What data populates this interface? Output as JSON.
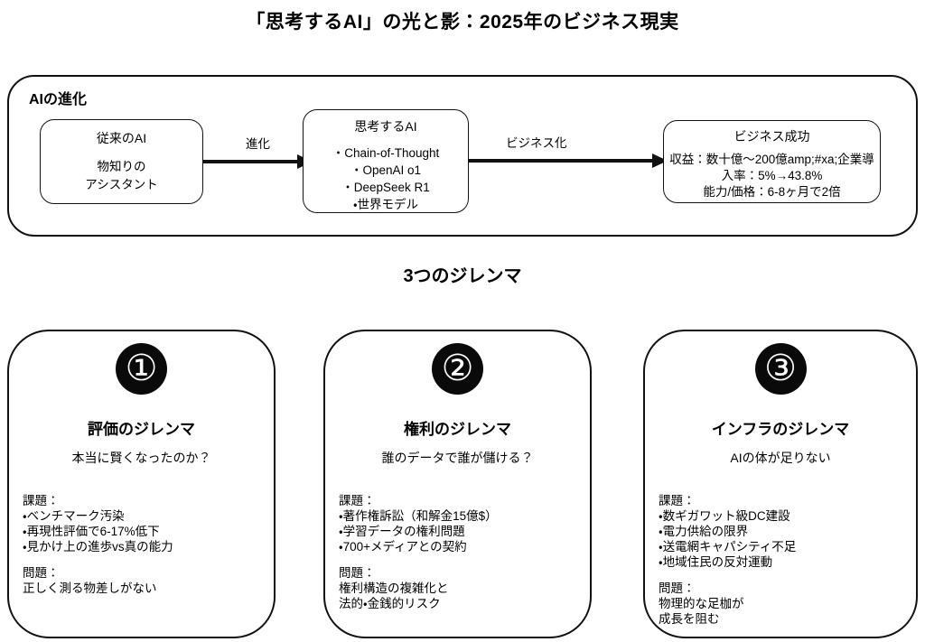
{
  "header": {
    "title": "「思考するAI」の光と影：2025年のビジネス現実"
  },
  "flow": {
    "label": "AIの進化",
    "nodes": [
      {
        "title": "従来のAI",
        "lines": [
          "物知りの",
          "アシスタント"
        ]
      },
      {
        "title": "思考するAI",
        "lines": [
          "・Chain-of-Thought",
          "・OpenAI o1",
          "・DeepSeek R1",
          "・世界モデル"
        ]
      },
      {
        "title": "ビジネス成功",
        "lines": [
          "収益：数十億〜200億amp;#xa;企業導",
          "入率：5%→43.8%",
          "能力/価格：6-8ヶ月で2倍"
        ]
      }
    ],
    "arrows": [
      {
        "label": "進化"
      },
      {
        "label": "ビジネス化"
      }
    ]
  },
  "section": {
    "heading": "3つのジレンマ"
  },
  "cards": [
    {
      "number": "①",
      "title": "評価のジレンマ",
      "subtitle": "本当に賢くなったのか？",
      "challenges_label": "課題：",
      "challenges": [
        "・ベンチマーク汚染",
        "・再現性評価で6-17%低下",
        "・見かけ上の進歩vs真の能力"
      ],
      "problem_label": "問題：",
      "problem_lines": [
        "正しく測る物差しがない"
      ]
    },
    {
      "number": "②",
      "title": "権利のジレンマ",
      "subtitle": "誰のデータで誰が儲ける？",
      "challenges_label": "課題：",
      "challenges": [
        "・著作権訴訟（和解金15億$）",
        "・学習データの権利問題",
        "・700+メディアとの契約"
      ],
      "problem_label": "問題：",
      "problem_lines": [
        "権利構造の複雑化と",
        "法的・金銭的リスク"
      ]
    },
    {
      "number": "③",
      "title": "インフラのジレンマ",
      "subtitle": "AIの体が足りない",
      "challenges_label": "課題：",
      "challenges": [
        "・数ギガワット級DC建設",
        "・電力供給の限界",
        "・送電網キャパシティ不足",
        "・地域住民の反対運動"
      ],
      "problem_label": "問題：",
      "problem_lines": [
        "物理的な足枷が",
        "成長を阻む"
      ]
    }
  ],
  "colors": {
    "ink": "#111111",
    "background": "#ffffff",
    "badge_bg": "#0a0a0a",
    "badge_text": "#ffffff"
  }
}
